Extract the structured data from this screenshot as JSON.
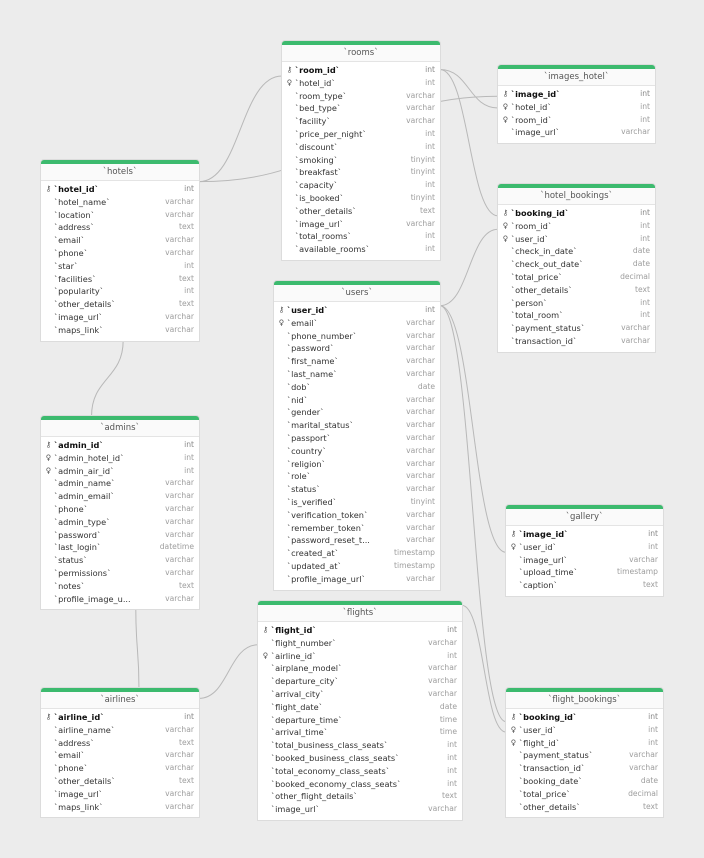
{
  "diagram": {
    "tables": [
      {
        "id": "rooms",
        "title": "`rooms`",
        "fields": [
          {
            "name": "`room_id`",
            "type": "int",
            "key": "pk"
          },
          {
            "name": "`hotel_id`",
            "type": "int",
            "key": "fk"
          },
          {
            "name": "`room_type`",
            "type": "varchar",
            "key": ""
          },
          {
            "name": "`bed_type`",
            "type": "varchar",
            "key": ""
          },
          {
            "name": "`facility`",
            "type": "varchar",
            "key": ""
          },
          {
            "name": "`price_per_night`",
            "type": "int",
            "key": ""
          },
          {
            "name": "`discount`",
            "type": "int",
            "key": ""
          },
          {
            "name": "`smoking`",
            "type": "tinyint",
            "key": ""
          },
          {
            "name": "`breakfast`",
            "type": "tinyint",
            "key": ""
          },
          {
            "name": "`capacity`",
            "type": "int",
            "key": ""
          },
          {
            "name": "`is_booked`",
            "type": "tinyint",
            "key": ""
          },
          {
            "name": "`other_details`",
            "type": "text",
            "key": ""
          },
          {
            "name": "`image_url`",
            "type": "varchar",
            "key": ""
          },
          {
            "name": "`total_rooms`",
            "type": "int",
            "key": ""
          },
          {
            "name": "`available_rooms`",
            "type": "int",
            "key": ""
          }
        ]
      },
      {
        "id": "images_hotel",
        "title": "`images_hotel`",
        "fields": [
          {
            "name": "`image_id`",
            "type": "int",
            "key": "pk"
          },
          {
            "name": "`hotel_id`",
            "type": "int",
            "key": "fk"
          },
          {
            "name": "`room_id`",
            "type": "int",
            "key": "fk"
          },
          {
            "name": "`image_url`",
            "type": "varchar",
            "key": ""
          }
        ]
      },
      {
        "id": "hotels",
        "title": "`hotels`",
        "fields": [
          {
            "name": "`hotel_id`",
            "type": "int",
            "key": "pk"
          },
          {
            "name": "`hotel_name`",
            "type": "varchar",
            "key": ""
          },
          {
            "name": "`location`",
            "type": "varchar",
            "key": ""
          },
          {
            "name": "`address`",
            "type": "text",
            "key": ""
          },
          {
            "name": "`email`",
            "type": "varchar",
            "key": ""
          },
          {
            "name": "`phone`",
            "type": "varchar",
            "key": ""
          },
          {
            "name": "`star`",
            "type": "int",
            "key": ""
          },
          {
            "name": "`facilities`",
            "type": "text",
            "key": ""
          },
          {
            "name": "`popularity`",
            "type": "int",
            "key": ""
          },
          {
            "name": "`other_details`",
            "type": "text",
            "key": ""
          },
          {
            "name": "`image_url`",
            "type": "varchar",
            "key": ""
          },
          {
            "name": "`maps_link`",
            "type": "varchar",
            "key": ""
          }
        ]
      },
      {
        "id": "hotel_bookings",
        "title": "`hotel_bookings`",
        "fields": [
          {
            "name": "`booking_id`",
            "type": "int",
            "key": "pk"
          },
          {
            "name": "`room_id`",
            "type": "int",
            "key": "fk"
          },
          {
            "name": "`user_id`",
            "type": "int",
            "key": "fk"
          },
          {
            "name": "`check_in_date`",
            "type": "date",
            "key": ""
          },
          {
            "name": "`check_out_date`",
            "type": "date",
            "key": ""
          },
          {
            "name": "`total_price`",
            "type": "decimal",
            "key": ""
          },
          {
            "name": "`other_details`",
            "type": "text",
            "key": ""
          },
          {
            "name": "`person`",
            "type": "int",
            "key": ""
          },
          {
            "name": "`total_room`",
            "type": "int",
            "key": ""
          },
          {
            "name": "`payment_status`",
            "type": "varchar",
            "key": ""
          },
          {
            "name": "`transaction_id`",
            "type": "varchar",
            "key": ""
          }
        ]
      },
      {
        "id": "users",
        "title": "`users`",
        "fields": [
          {
            "name": "`user_id`",
            "type": "int",
            "key": "pk"
          },
          {
            "name": "`email`",
            "type": "varchar",
            "key": "fk"
          },
          {
            "name": "`phone_number`",
            "type": "varchar",
            "key": ""
          },
          {
            "name": "`password`",
            "type": "varchar",
            "key": ""
          },
          {
            "name": "`first_name`",
            "type": "varchar",
            "key": ""
          },
          {
            "name": "`last_name`",
            "type": "varchar",
            "key": ""
          },
          {
            "name": "`dob`",
            "type": "date",
            "key": ""
          },
          {
            "name": "`nid`",
            "type": "varchar",
            "key": ""
          },
          {
            "name": "`gender`",
            "type": "varchar",
            "key": ""
          },
          {
            "name": "`marital_status`",
            "type": "varchar",
            "key": ""
          },
          {
            "name": "`passport`",
            "type": "varchar",
            "key": ""
          },
          {
            "name": "`country`",
            "type": "varchar",
            "key": ""
          },
          {
            "name": "`religion`",
            "type": "varchar",
            "key": ""
          },
          {
            "name": "`role`",
            "type": "varchar",
            "key": ""
          },
          {
            "name": "`status`",
            "type": "varchar",
            "key": ""
          },
          {
            "name": "`is_verified`",
            "type": "tinyint",
            "key": ""
          },
          {
            "name": "`verification_token`",
            "type": "varchar",
            "key": ""
          },
          {
            "name": "`remember_token`",
            "type": "varchar",
            "key": ""
          },
          {
            "name": "`password_reset_t...",
            "type": "varchar",
            "key": ""
          },
          {
            "name": "`created_at`",
            "type": "timestamp",
            "key": ""
          },
          {
            "name": "`updated_at`",
            "type": "timestamp",
            "key": ""
          },
          {
            "name": "`profile_image_url`",
            "type": "varchar",
            "key": ""
          }
        ]
      },
      {
        "id": "admins",
        "title": "`admins`",
        "fields": [
          {
            "name": "`admin_id`",
            "type": "int",
            "key": "pk"
          },
          {
            "name": "`admin_hotel_id`",
            "type": "int",
            "key": "fk"
          },
          {
            "name": "`admin_air_id`",
            "type": "int",
            "key": "fk"
          },
          {
            "name": "`admin_name`",
            "type": "varchar",
            "key": ""
          },
          {
            "name": "`admin_email`",
            "type": "varchar",
            "key": ""
          },
          {
            "name": "`phone`",
            "type": "varchar",
            "key": ""
          },
          {
            "name": "`admin_type`",
            "type": "varchar",
            "key": ""
          },
          {
            "name": "`password`",
            "type": "varchar",
            "key": ""
          },
          {
            "name": "`last_login`",
            "type": "datetime",
            "key": ""
          },
          {
            "name": "`status`",
            "type": "varchar",
            "key": ""
          },
          {
            "name": "`permissions`",
            "type": "varchar",
            "key": ""
          },
          {
            "name": "`notes`",
            "type": "text",
            "key": ""
          },
          {
            "name": "`profile_image_u...",
            "type": "varchar",
            "key": ""
          }
        ]
      },
      {
        "id": "gallery",
        "title": "`gallery`",
        "fields": [
          {
            "name": "`image_id`",
            "type": "int",
            "key": "pk"
          },
          {
            "name": "`user_id`",
            "type": "int",
            "key": "fk"
          },
          {
            "name": "`image_url`",
            "type": "varchar",
            "key": ""
          },
          {
            "name": "`upload_time`",
            "type": "timestamp",
            "key": ""
          },
          {
            "name": "`caption`",
            "type": "text",
            "key": ""
          }
        ]
      },
      {
        "id": "flights",
        "title": "`flights`",
        "fields": [
          {
            "name": "`flight_id`",
            "type": "int",
            "key": "pk"
          },
          {
            "name": "`flight_number`",
            "type": "varchar",
            "key": ""
          },
          {
            "name": "`airline_id`",
            "type": "int",
            "key": "fk"
          },
          {
            "name": "`airplane_model`",
            "type": "varchar",
            "key": ""
          },
          {
            "name": "`departure_city`",
            "type": "varchar",
            "key": ""
          },
          {
            "name": "`arrival_city`",
            "type": "varchar",
            "key": ""
          },
          {
            "name": "`flight_date`",
            "type": "date",
            "key": ""
          },
          {
            "name": "`departure_time`",
            "type": "time",
            "key": ""
          },
          {
            "name": "`arrival_time`",
            "type": "time",
            "key": ""
          },
          {
            "name": "`total_business_class_seats`",
            "type": "int",
            "key": ""
          },
          {
            "name": "`booked_business_class_seats`",
            "type": "int",
            "key": ""
          },
          {
            "name": "`total_economy_class_seats`",
            "type": "int",
            "key": ""
          },
          {
            "name": "`booked_economy_class_seats`",
            "type": "int",
            "key": ""
          },
          {
            "name": "`other_flight_details`",
            "type": "text",
            "key": ""
          },
          {
            "name": "`image_url`",
            "type": "varchar",
            "key": ""
          }
        ]
      },
      {
        "id": "airlines",
        "title": "`airlines`",
        "fields": [
          {
            "name": "`airline_id`",
            "type": "int",
            "key": "pk"
          },
          {
            "name": "`airline_name`",
            "type": "varchar",
            "key": ""
          },
          {
            "name": "`address`",
            "type": "text",
            "key": ""
          },
          {
            "name": "`email`",
            "type": "varchar",
            "key": ""
          },
          {
            "name": "`phone`",
            "type": "varchar",
            "key": ""
          },
          {
            "name": "`other_details`",
            "type": "text",
            "key": ""
          },
          {
            "name": "`image_url`",
            "type": "varchar",
            "key": ""
          },
          {
            "name": "`maps_link`",
            "type": "varchar",
            "key": ""
          }
        ]
      },
      {
        "id": "flight_bookings",
        "title": "`flight_bookings`",
        "fields": [
          {
            "name": "`booking_id`",
            "type": "int",
            "key": "pk"
          },
          {
            "name": "`user_id`",
            "type": "int",
            "key": "fk"
          },
          {
            "name": "`flight_id`",
            "type": "int",
            "key": "fk"
          },
          {
            "name": "`payment_status`",
            "type": "varchar",
            "key": ""
          },
          {
            "name": "`transaction_id`",
            "type": "varchar",
            "key": ""
          },
          {
            "name": "`booking_date`",
            "type": "date",
            "key": ""
          },
          {
            "name": "`total_price`",
            "type": "decimal",
            "key": ""
          },
          {
            "name": "`other_details`",
            "type": "text",
            "key": ""
          }
        ]
      }
    ],
    "relations": [
      {
        "from": "hotels",
        "to": "rooms"
      },
      {
        "from": "hotels",
        "to": "admins"
      },
      {
        "from": "rooms",
        "to": "images_hotel"
      },
      {
        "from": "hotels",
        "to": "images_hotel"
      },
      {
        "from": "rooms",
        "to": "hotel_bookings"
      },
      {
        "from": "users",
        "to": "hotel_bookings"
      },
      {
        "from": "users",
        "to": "gallery"
      },
      {
        "from": "users",
        "to": "flight_bookings"
      },
      {
        "from": "flights",
        "to": "flight_bookings"
      },
      {
        "from": "airlines",
        "to": "flights"
      },
      {
        "from": "admins",
        "to": "airlines"
      }
    ],
    "colors": {
      "header_accent": "#3cba6e",
      "line": "#b8b8b8",
      "background": "#ececec"
    },
    "icons": {
      "pk": "key-icon",
      "fk": "foreign-key-icon"
    }
  }
}
